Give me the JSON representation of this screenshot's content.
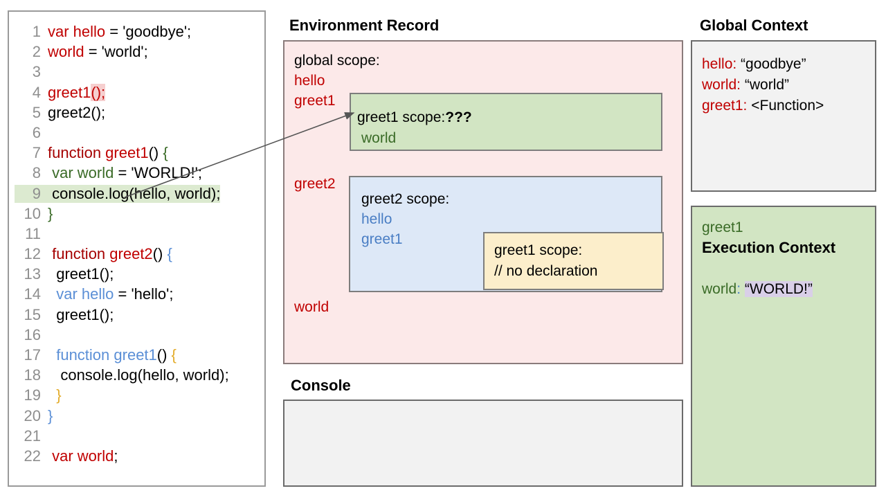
{
  "editor": {
    "lines": [
      {
        "n": "1",
        "segments": [
          {
            "t": "var hello",
            "c": "red"
          },
          {
            "t": " = 'goodbye';",
            "c": "black"
          }
        ]
      },
      {
        "n": "2",
        "segments": [
          {
            "t": "world",
            "c": "red"
          },
          {
            "t": " = 'world';",
            "c": "black"
          }
        ]
      },
      {
        "n": "3",
        "segments": []
      },
      {
        "n": "4",
        "segments": [
          {
            "t": "greet1",
            "c": "red"
          },
          {
            "t": "();",
            "c": "red",
            "hl": "pink"
          }
        ]
      },
      {
        "n": "5",
        "segments": [
          {
            "t": "greet2();",
            "c": "black"
          }
        ]
      },
      {
        "n": "6",
        "segments": []
      },
      {
        "n": "7",
        "segments": [
          {
            "t": "function ",
            "c": "dkred"
          },
          {
            "t": "greet1",
            "c": "red"
          },
          {
            "t": "() ",
            "c": "black"
          },
          {
            "t": "{",
            "c": "green"
          }
        ]
      },
      {
        "n": "8",
        "segments": [
          {
            "t": " var world",
            "c": "green"
          },
          {
            "t": " = 'WORLD!';",
            "c": "black"
          }
        ]
      },
      {
        "n": "9",
        "highlight": true,
        "segments": [
          {
            "t": " console.",
            "c": "black",
            "hl": "green"
          },
          {
            "t": "log(hello, world);",
            "c": "black"
          }
        ]
      },
      {
        "n": "10",
        "segments": [
          {
            "t": "}",
            "c": "green"
          }
        ]
      },
      {
        "n": "11",
        "segments": []
      },
      {
        "n": "12",
        "segments": [
          {
            "t": " function ",
            "c": "dkred"
          },
          {
            "t": "greet2",
            "c": "red"
          },
          {
            "t": "() ",
            "c": "black"
          },
          {
            "t": "{",
            "c": "blue"
          }
        ]
      },
      {
        "n": "13",
        "segments": [
          {
            "t": "  greet1();",
            "c": "black"
          }
        ]
      },
      {
        "n": "14",
        "segments": [
          {
            "t": "  var hello",
            "c": "blue"
          },
          {
            "t": " = 'hello';",
            "c": "black"
          }
        ]
      },
      {
        "n": "15",
        "segments": [
          {
            "t": "  greet1();",
            "c": "black"
          }
        ]
      },
      {
        "n": "16",
        "segments": []
      },
      {
        "n": "17",
        "segments": [
          {
            "t": "  function greet1",
            "c": "blue"
          },
          {
            "t": "() ",
            "c": "black"
          },
          {
            "t": "{",
            "c": "gold"
          }
        ]
      },
      {
        "n": "18",
        "segments": [
          {
            "t": "   console.log(hello, world);",
            "c": "black"
          }
        ]
      },
      {
        "n": "19",
        "segments": [
          {
            "t": "  }",
            "c": "gold"
          }
        ]
      },
      {
        "n": "20",
        "segments": [
          {
            "t": "}",
            "c": "blue"
          }
        ]
      },
      {
        "n": "21",
        "segments": []
      },
      {
        "n": "22",
        "segments": [
          {
            "t": " var world",
            "c": "red"
          },
          {
            "t": ";",
            "c": "black"
          }
        ]
      }
    ]
  },
  "environment_record": {
    "title": "Environment Record",
    "global_scope_label": "global scope:",
    "global_bindings": [
      "hello",
      "greet1",
      "greet2",
      "world"
    ],
    "greet1_scope": {
      "label": "greet1 scope:",
      "unknown_marker": "???",
      "bindings": [
        "world"
      ]
    },
    "greet2_scope": {
      "label": "greet2 scope:",
      "bindings": [
        "hello",
        "greet1"
      ],
      "nested_greet1_scope": {
        "label": "greet1 scope:",
        "note": "// no declaration"
      }
    }
  },
  "console": {
    "title": "Console",
    "output": ""
  },
  "global_context": {
    "title": "Global Context",
    "entries": [
      {
        "key": "hello:",
        "value": " “goodbye”"
      },
      {
        "key": "world:",
        "value": " “world”"
      },
      {
        "key": "greet1:",
        "value": " <Function>"
      }
    ]
  },
  "execution_context": {
    "function_name": "greet1",
    "heading": "Execution Context",
    "variable_key": "world",
    "variable_colon": ":",
    "variable_value": "“WORLD!”"
  },
  "colors": {
    "red": "#c00000",
    "green": "#3a6b27",
    "blue": "#4a7ec4",
    "gold": "#e3ac2a",
    "env_panel_bg": "#fce9e9",
    "greet1_scope_bg": "#d2e5c3",
    "greet2_scope_bg": "#dde8f7",
    "inner_scope_bg": "#fceecb",
    "highlight_value_bg": "#d9cfe8"
  }
}
